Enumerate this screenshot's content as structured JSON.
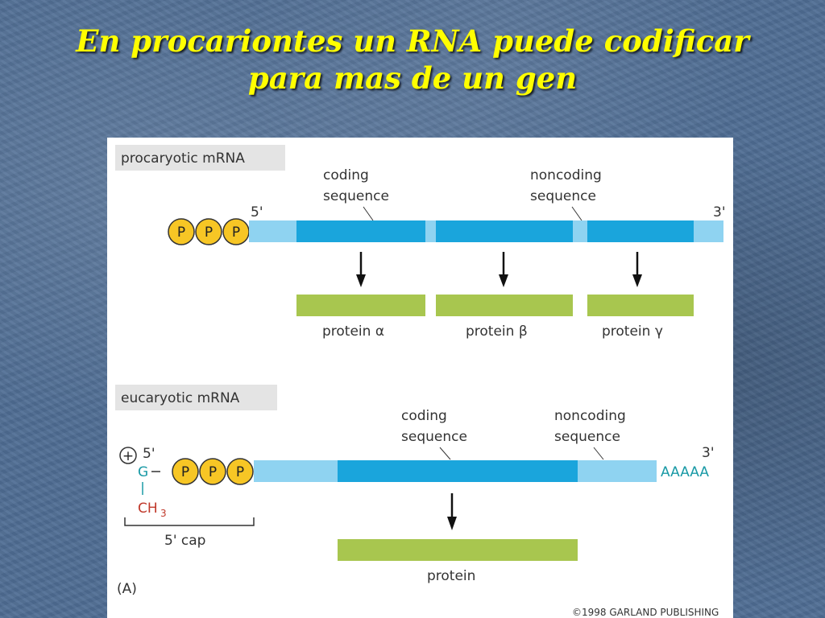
{
  "slide": {
    "title_line1": "En procariontes un RNA puede codificar",
    "title_line2": "para mas de un gen"
  },
  "figure": {
    "prokaryotic": {
      "box_label": "procaryotic mRNA",
      "coding_label_1": "coding",
      "coding_label_2": "sequence",
      "noncoding_label_1": "noncoding",
      "noncoding_label_2": "sequence",
      "five_prime": "5'",
      "three_prime": "3'",
      "phosphates": [
        "P",
        "P",
        "P"
      ],
      "proteins": [
        "protein α",
        "protein β",
        "protein γ"
      ]
    },
    "eukaryotic": {
      "box_label": "eucaryotic mRNA",
      "coding_label_1": "coding",
      "coding_label_2": "sequence",
      "noncoding_label_1": "noncoding",
      "noncoding_label_2": "sequence",
      "five_prime": "5'",
      "three_prime": "3'",
      "plus": "+",
      "guanine": "G",
      "methyl_ch": "CH",
      "methyl_sub": "3",
      "phosphates": [
        "P",
        "P",
        "P"
      ],
      "poly_a": "AAAAA",
      "cap_label": "5' cap",
      "protein": "protein"
    },
    "panel_label": "(A)",
    "copyright": "©1998 GARLAND PUBLISHING"
  },
  "colors": {
    "title": "#ffff00",
    "utr": "#8fd3f1",
    "coding": "#1aa5dc",
    "protein": "#a8c64f",
    "phosphate": "#f7c625",
    "guanine": "#1a9aa6",
    "methyl": "#c0392b"
  }
}
